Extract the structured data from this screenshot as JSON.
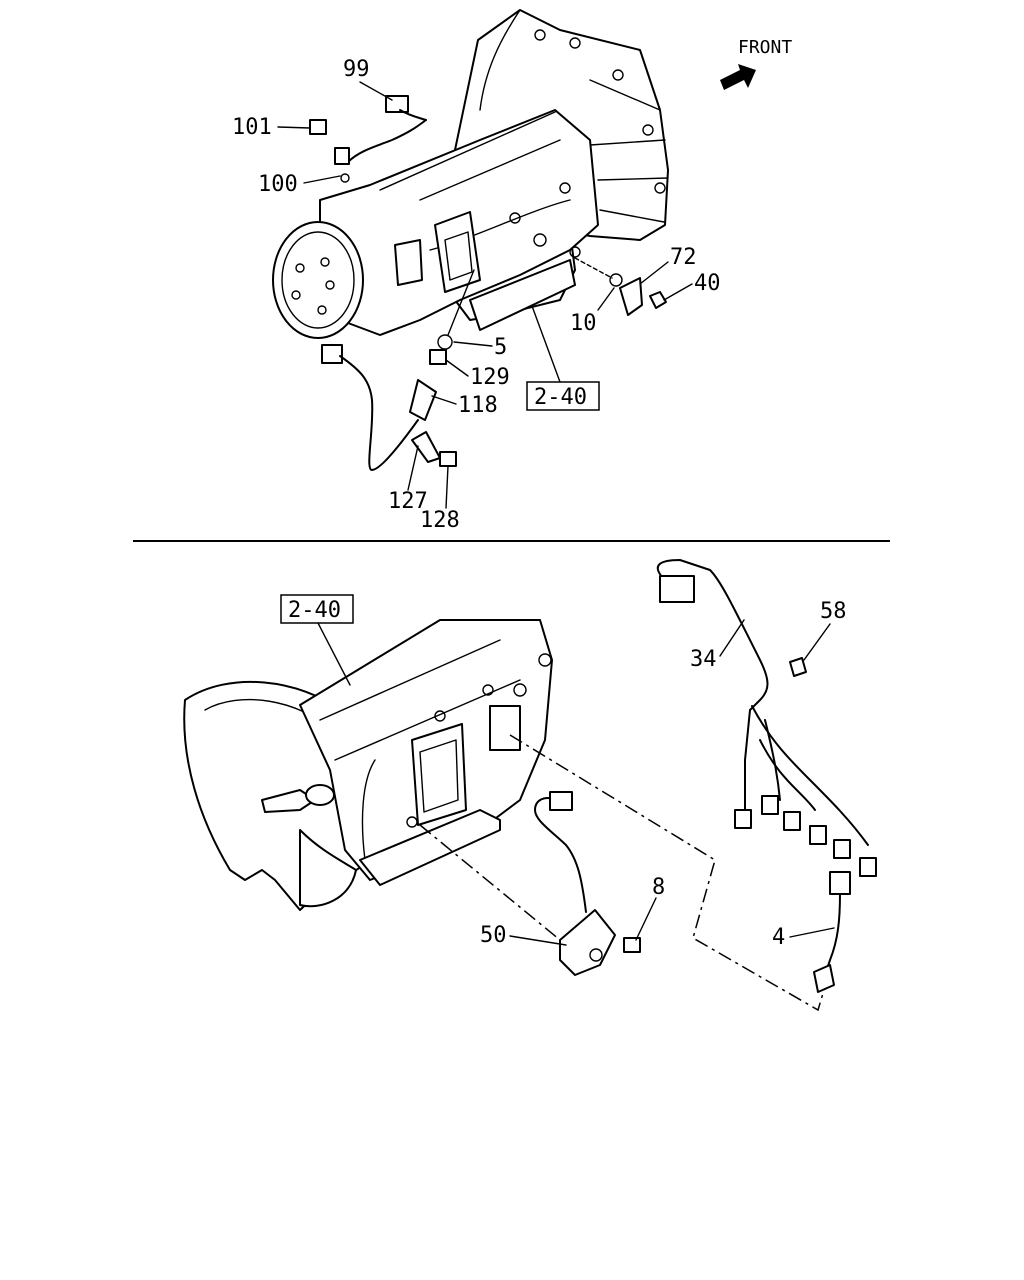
{
  "direction_label": "FRONT",
  "section_divider": true,
  "reference_boxes": [
    "2-40",
    "2-40"
  ],
  "callouts": {
    "c99": "99",
    "c101": "101",
    "c100": "100",
    "c72": "72",
    "c40": "40",
    "c10": "10",
    "c5": "5",
    "c129": "129",
    "c118": "118",
    "c127": "127",
    "c128": "128",
    "c58": "58",
    "c34": "34",
    "c8": "8",
    "c50": "50",
    "c4": "4"
  },
  "icons": {
    "front_arrow": "front-arrow-icon"
  }
}
